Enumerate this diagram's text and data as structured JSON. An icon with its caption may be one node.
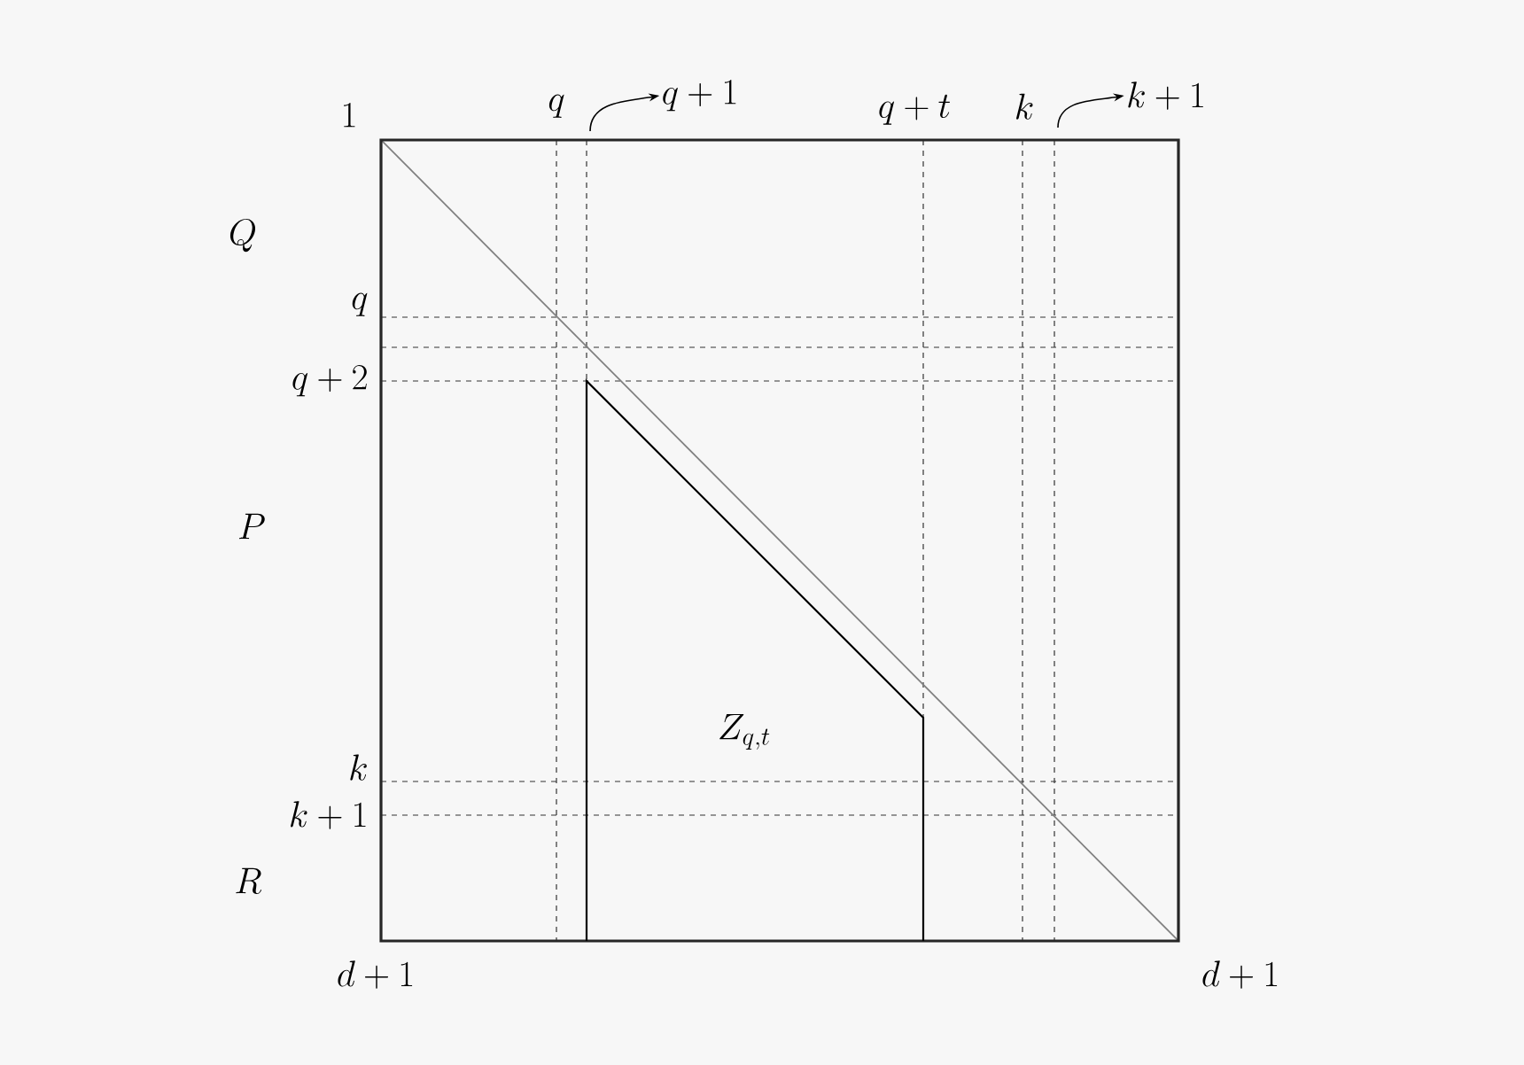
{
  "diagram": {
    "nodes": [
      {
        "text": [
          "q+1"
        ]
      },
      {
        "text": [
          "k+1"
        ]
      },
      {
        "text": [
          "Z_{q,t}"
        ]
      }
    ],
    "edges": [
      {
        "from": null,
        "to": 0,
        "arrow": "to"
      },
      {
        "from": null,
        "to": 1,
        "arrow": "to"
      }
    ],
    "labels": [
      "1",
      "q",
      "q+t",
      "k",
      "Q",
      "q",
      "q+2",
      "P",
      "k",
      "k+1",
      "R",
      "d+1",
      "d+1"
    ]
  }
}
